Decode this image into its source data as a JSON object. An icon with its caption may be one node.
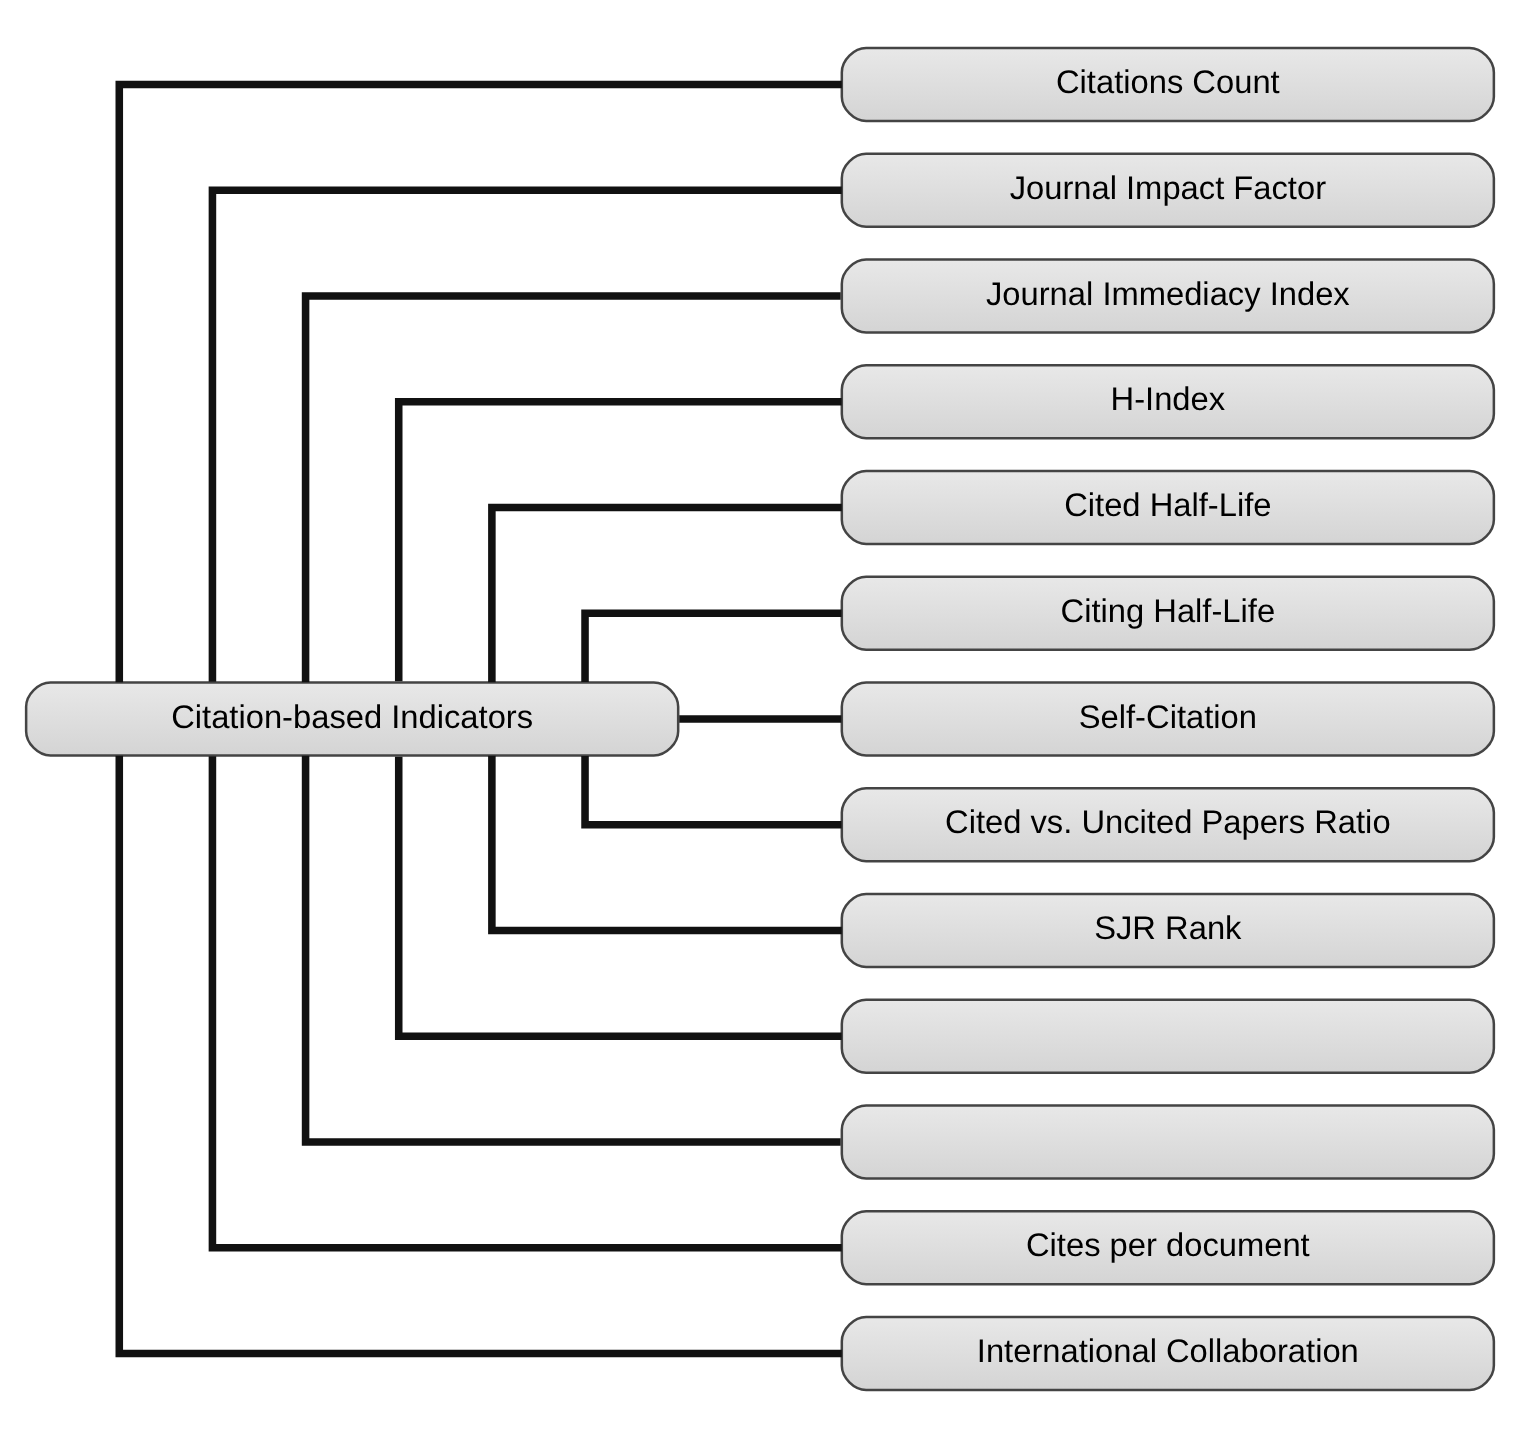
{
  "diagram": {
    "nodes": [
      {
        "text": [
          "Citation-based Indicators"
        ]
      },
      {
        "text": [
          "Citations Count"
        ]
      },
      {
        "text": [
          "Journal Impact Factor"
        ]
      },
      {
        "text": [
          "Journal Immediacy Index"
        ]
      },
      {
        "text": [
          "H-Index"
        ]
      },
      {
        "text": [
          "Cited Half-Life"
        ]
      },
      {
        "text": [
          "Citing Half-Life"
        ]
      },
      {
        "text": [
          "Self-Citation"
        ]
      },
      {
        "text": [
          "Cited vs. Uncited Papers Ratio"
        ]
      },
      {
        "text": [
          "SJR Rank"
        ]
      },
      {
        "text": [],
        "shape": "box"
      },
      {
        "text": [],
        "shape": "box"
      },
      {
        "text": [
          "Cites per document"
        ]
      },
      {
        "text": [
          "International Collaboration"
        ]
      }
    ],
    "edges": [
      {
        "from": 0,
        "to": 1,
        "arrow": "none"
      },
      {
        "from": 0,
        "to": 2,
        "arrow": "none"
      },
      {
        "from": 0,
        "to": 3,
        "arrow": "none"
      },
      {
        "from": 0,
        "to": 4,
        "arrow": "none"
      },
      {
        "from": 0,
        "to": 5,
        "arrow": "none"
      },
      {
        "from": 0,
        "to": 6,
        "arrow": "none"
      },
      {
        "from": 0,
        "to": 7,
        "arrow": "none"
      },
      {
        "from": 0,
        "to": 8,
        "arrow": "none"
      },
      {
        "from": 0,
        "to": 9,
        "arrow": "none"
      },
      {
        "from": 0,
        "to": 10,
        "arrow": "none"
      },
      {
        "from": 0,
        "to": 11,
        "arrow": "none"
      },
      {
        "from": 0,
        "to": 12,
        "arrow": "none"
      },
      {
        "from": 0,
        "to": 13,
        "arrow": "none"
      }
    ]
  }
}
